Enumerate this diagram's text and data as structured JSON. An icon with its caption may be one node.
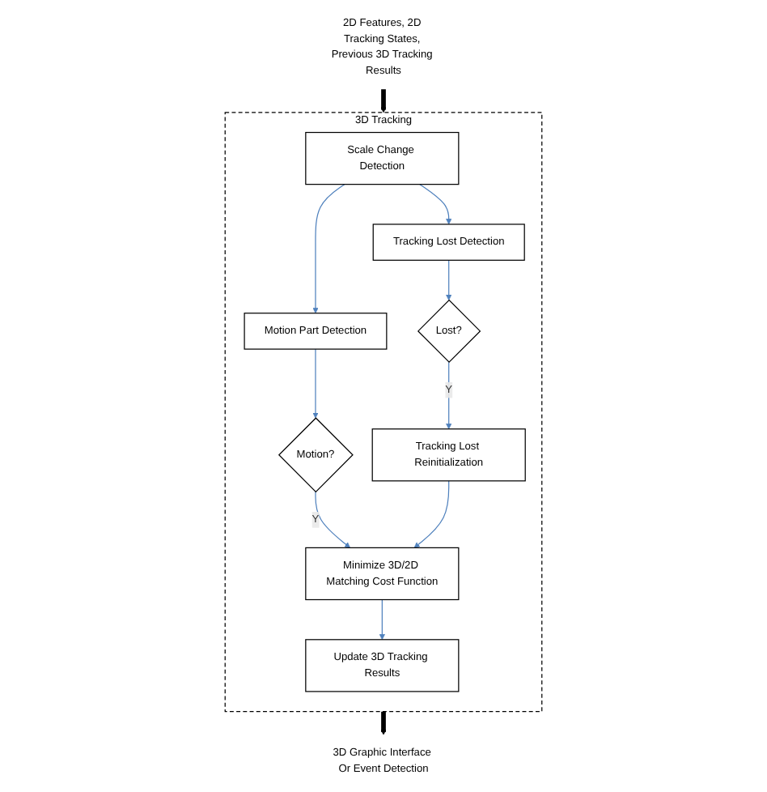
{
  "diagram": {
    "nodes": [
      {
        "text": [
          "2D Features, 2D Tracking States, Previous 3D Tracking Results"
        ]
      },
      {
        "text": [
          "3D Tracking"
        ]
      },
      {
        "text": [
          "Scale Change Detection"
        ],
        "in": 1
      },
      {
        "text": [
          "Motion Part Detection"
        ],
        "in": 1
      },
      {
        "text": [
          "Tracking Lost Detection"
        ],
        "in": 1
      },
      {
        "text": [
          "Motion?"
        ],
        "in": 1
      },
      {
        "text": [
          "Lost?"
        ],
        "in": 1
      },
      {
        "text": [
          "Tracking Lost Reinitialization"
        ],
        "in": 1
      },
      {
        "text": [
          "Minimize 3D/2D Matching Cost Function"
        ],
        "in": 1
      },
      {
        "text": [
          "Update 3D Tracking Results"
        ],
        "in": 1
      },
      {
        "text": [
          "3D Graphic Interface Or Event Detection"
        ]
      }
    ],
    "edges": [
      {
        "from": 0,
        "to": 1,
        "arrow": "to",
        "style": "thick",
        "color": "#000000"
      },
      {
        "from": 2,
        "to": 3,
        "arrow": "to"
      },
      {
        "from": 2,
        "to": 4,
        "arrow": "to"
      },
      {
        "from": 3,
        "to": 5,
        "arrow": "to"
      },
      {
        "from": 4,
        "to": 6,
        "arrow": "to"
      },
      {
        "from": 5,
        "to": 8,
        "arrow": "to",
        "label": "Y"
      },
      {
        "from": 6,
        "to": 7,
        "arrow": "to",
        "label": "Y"
      },
      {
        "from": 7,
        "to": 8,
        "arrow": "to"
      },
      {
        "from": 8,
        "to": 9,
        "arrow": "to"
      },
      {
        "from": 1,
        "to": 10,
        "arrow": "to",
        "style": "thick",
        "color": "#000000"
      }
    ]
  }
}
